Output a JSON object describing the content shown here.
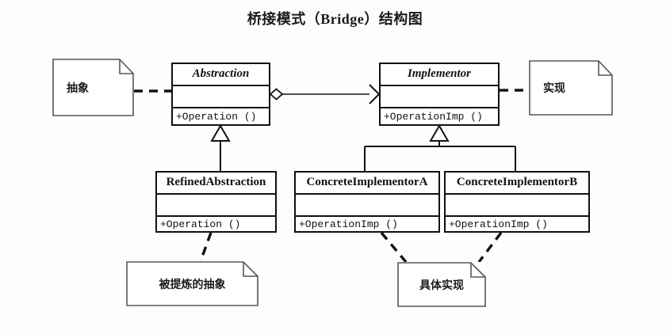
{
  "title": "桥接模式（Bridge）结构图",
  "diagram": {
    "type": "uml-class-diagram",
    "pattern": "Bridge",
    "classes": [
      {
        "id": "abstraction",
        "name": "Abstraction",
        "stereotype": "abstract",
        "attributes": [],
        "operations": "+Operation ()"
      },
      {
        "id": "implementor",
        "name": "Implementor",
        "stereotype": "abstract",
        "attributes": [],
        "operations": "+OperationImp ()"
      },
      {
        "id": "refinedabstraction",
        "name": "RefinedAbstraction",
        "stereotype": "concrete",
        "attributes": [],
        "operations": "+Operation ()"
      },
      {
        "id": "concreteimplementora",
        "name": "ConcreteImplementorA",
        "stereotype": "concrete",
        "attributes": [],
        "operations": "+OperationImp ()"
      },
      {
        "id": "concreteimplementorb",
        "name": "ConcreteImplementorB",
        "stereotype": "concrete",
        "attributes": [],
        "operations": "+OperationImp ()"
      }
    ],
    "notes": [
      {
        "id": "abstract",
        "text": "抽象",
        "attached_to": "abstraction"
      },
      {
        "id": "implement",
        "text": "实现",
        "attached_to": "implementor"
      },
      {
        "id": "refined",
        "text": "被提炼的抽象",
        "attached_to": "refinedabstraction"
      },
      {
        "id": "concrete",
        "text": "具体实现",
        "attached_to": "concreteimplementora,concreteimplementorb"
      }
    ],
    "relations": [
      {
        "from": "abstraction",
        "to": "implementor",
        "kind": "aggregation-association",
        "source_decoration": "hollow-diamond",
        "target_decoration": "open-arrow"
      },
      {
        "from": "refinedabstraction",
        "to": "abstraction",
        "kind": "generalization",
        "target_decoration": "hollow-triangle"
      },
      {
        "from": "concreteimplementora",
        "to": "implementor",
        "kind": "generalization",
        "target_decoration": "hollow-triangle"
      },
      {
        "from": "concreteimplementorb",
        "to": "implementor",
        "kind": "generalization",
        "target_decoration": "hollow-triangle"
      }
    ],
    "colors": {
      "line": "#111111",
      "fill": "#ffffff",
      "page": "#fdfdfc",
      "text": "#111111"
    }
  }
}
